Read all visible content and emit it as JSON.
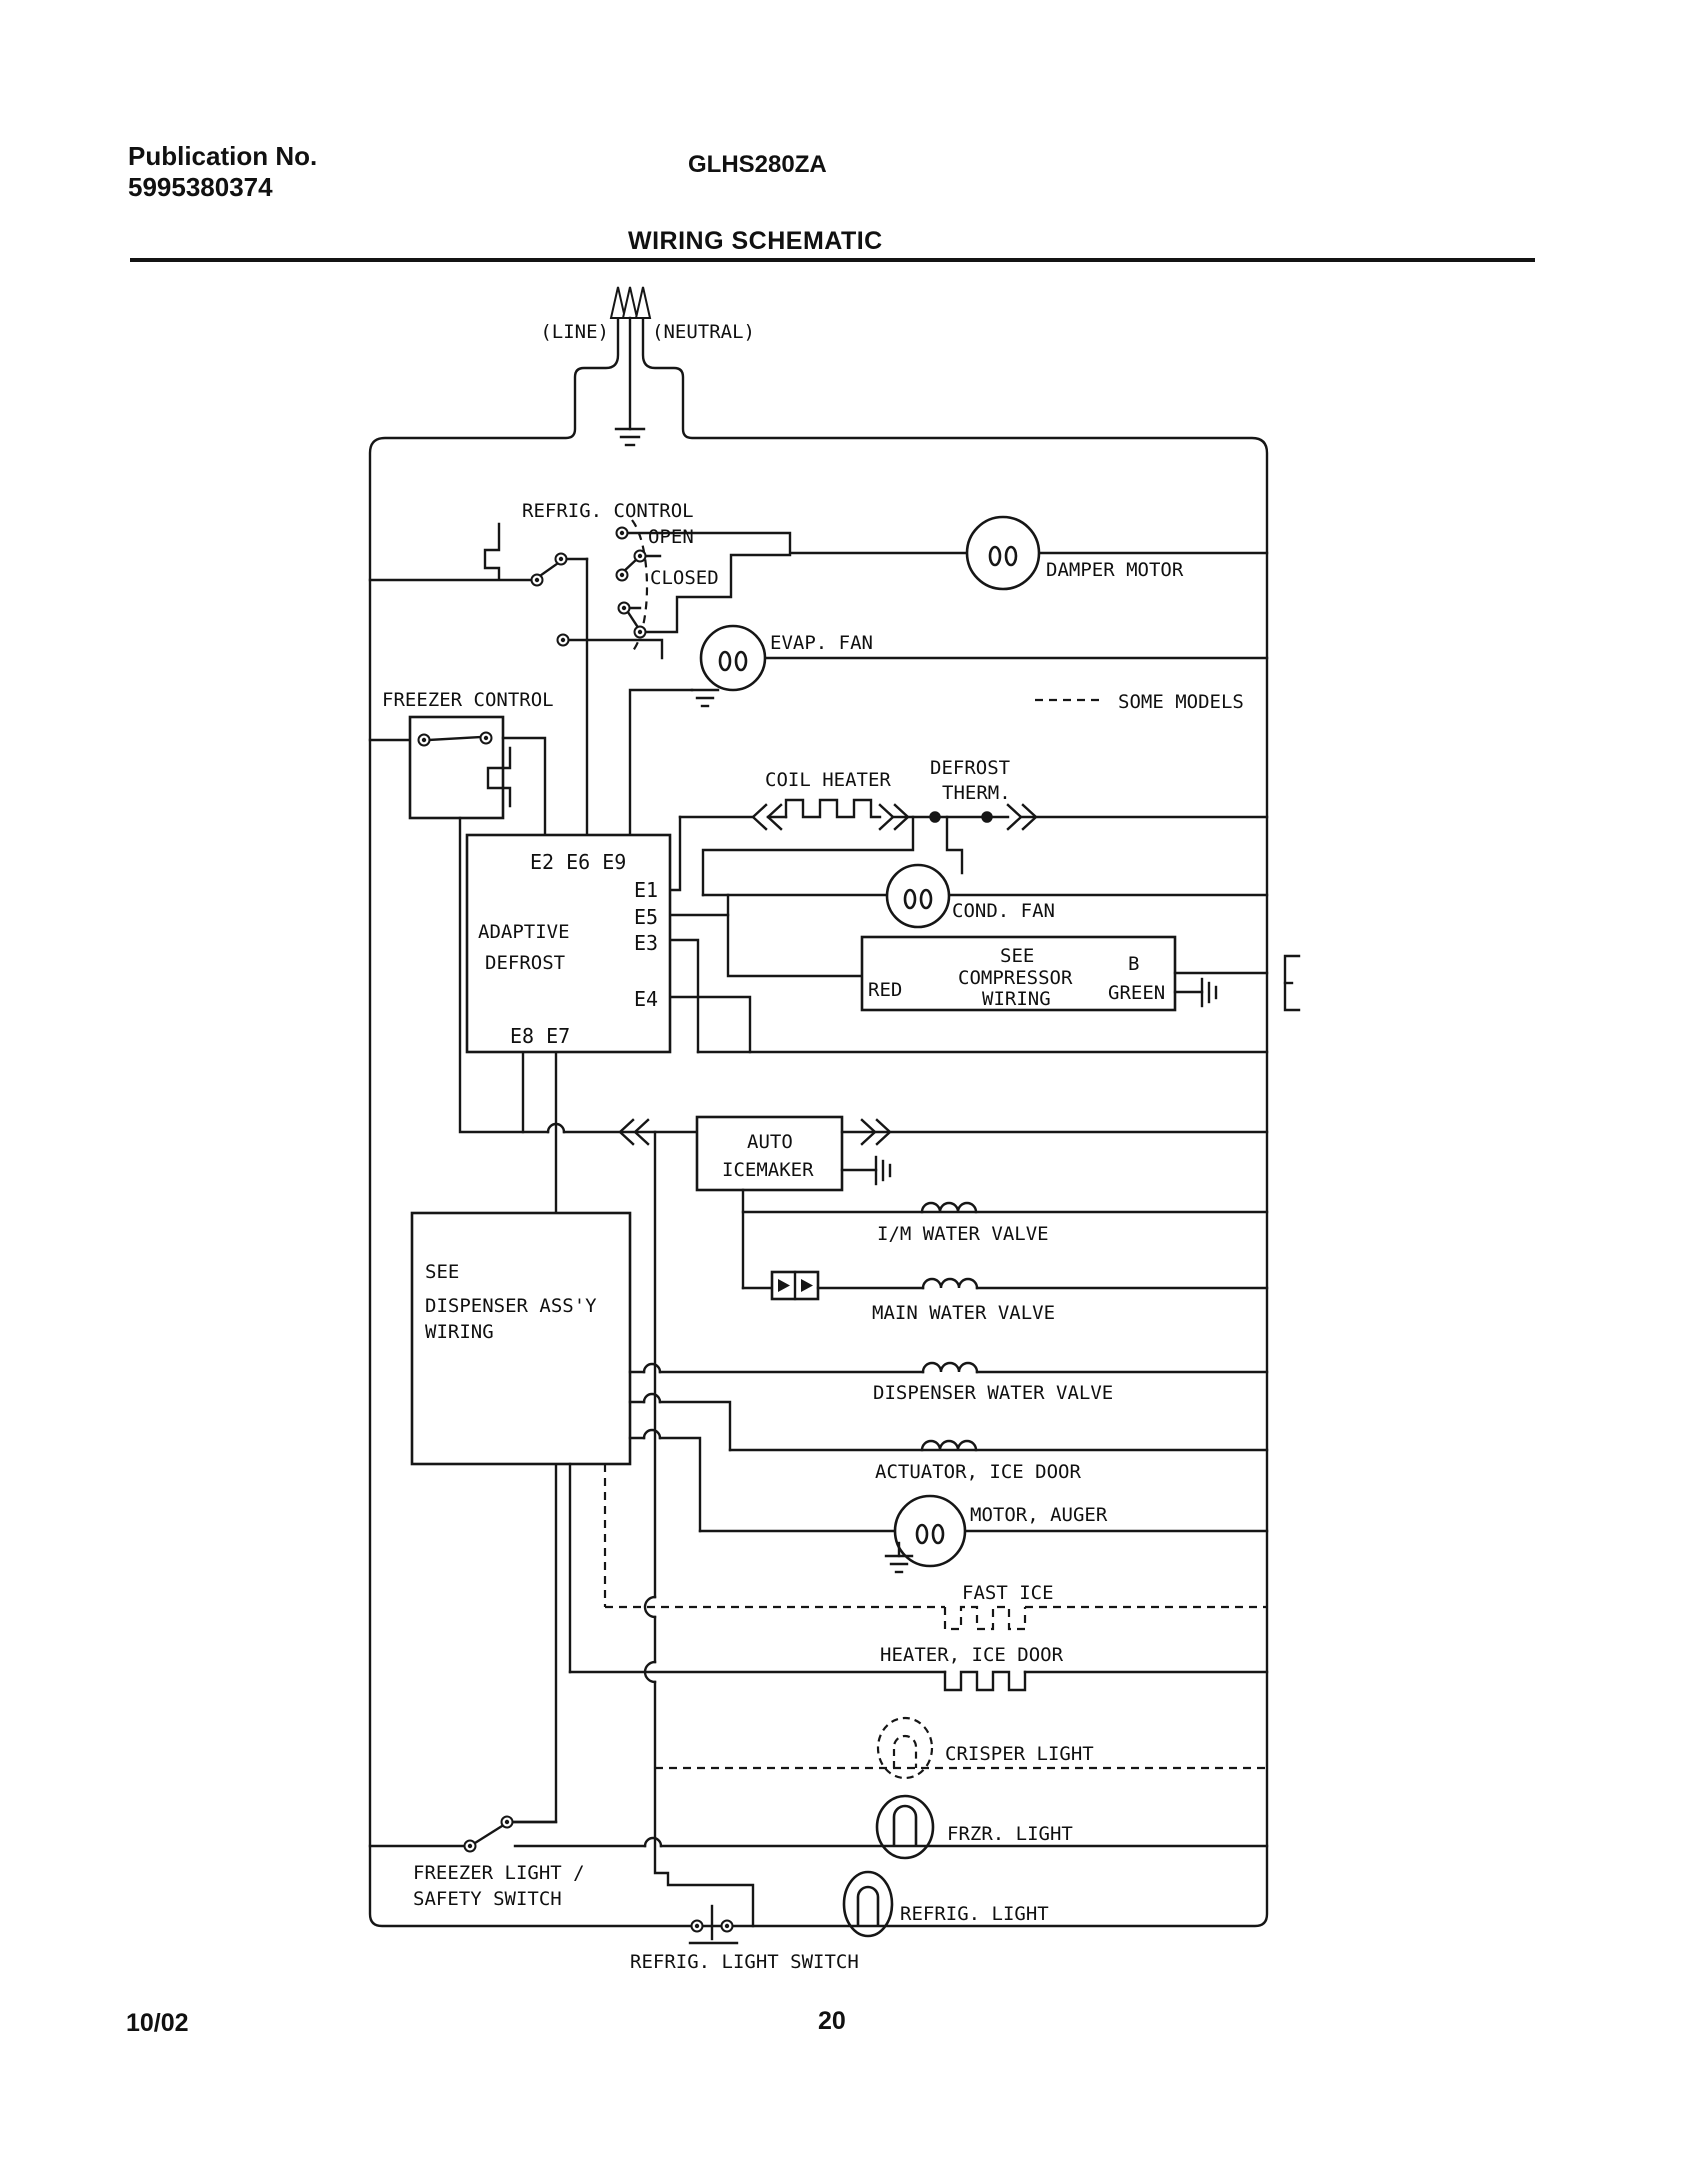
{
  "header": {
    "publication_label": "Publication No.",
    "publication_number": "5995380374",
    "model": "GLHS280ZA",
    "title": "WIRING SCHEMATIC"
  },
  "footer": {
    "date": "10/02",
    "page": "20"
  },
  "schematic": {
    "labels": {
      "line_label": "(LINE)",
      "neutral_label": "(NEUTRAL)",
      "refrig_control": "REFRIG. CONTROL",
      "open_pos": "OPEN",
      "closed_pos": "CLOSED",
      "damper_motor": "DAMPER MOTOR",
      "evap_fan": "EVAP. FAN",
      "some_models": "SOME MODELS",
      "freezer_control": "FREEZER CONTROL",
      "coil_heater": "COIL HEATER",
      "defrost_therm_1": "DEFROST",
      "defrost_therm_2": "THERM.",
      "adaptive_1": "ADAPTIVE",
      "adaptive_2": "DEFROST",
      "pins_top": "E2 E6 E9",
      "pin_e1": "E1",
      "pin_e5": "E5",
      "pin_e3": "E3",
      "pin_e4": "E4",
      "pins_bottom": "E8 E7",
      "cond_fan": "COND. FAN",
      "compressor_1": "SEE",
      "compressor_2": "COMPRESSOR",
      "compressor_3": "WIRING",
      "wire_red": "RED",
      "wire_b": "B",
      "wire_green": "GREEN",
      "icemaker_1": "AUTO",
      "icemaker_2": "ICEMAKER",
      "dispenser_1": "SEE",
      "dispenser_2": "DISPENSER ASS'Y",
      "dispenser_3": "WIRING",
      "im_water_valve": "I/M WATER VALVE",
      "main_water_valve": "MAIN WATER VALVE",
      "dispenser_water_valve": "DISPENSER WATER VALVE",
      "actuator_ice_door": "ACTUATOR, ICE DOOR",
      "motor_auger": "MOTOR, AUGER",
      "fast_ice": "FAST ICE",
      "heater_ice_door": "HEATER, ICE DOOR",
      "crisper_light": "CRISPER LIGHT",
      "frzr_light": "FRZR. LIGHT",
      "refrig_light": "REFRIG. LIGHT",
      "safety_switch_1": "FREEZER LIGHT /",
      "safety_switch_2": "SAFETY SWITCH",
      "refrig_light_switch": "REFRIG. LIGHT SWITCH"
    }
  }
}
